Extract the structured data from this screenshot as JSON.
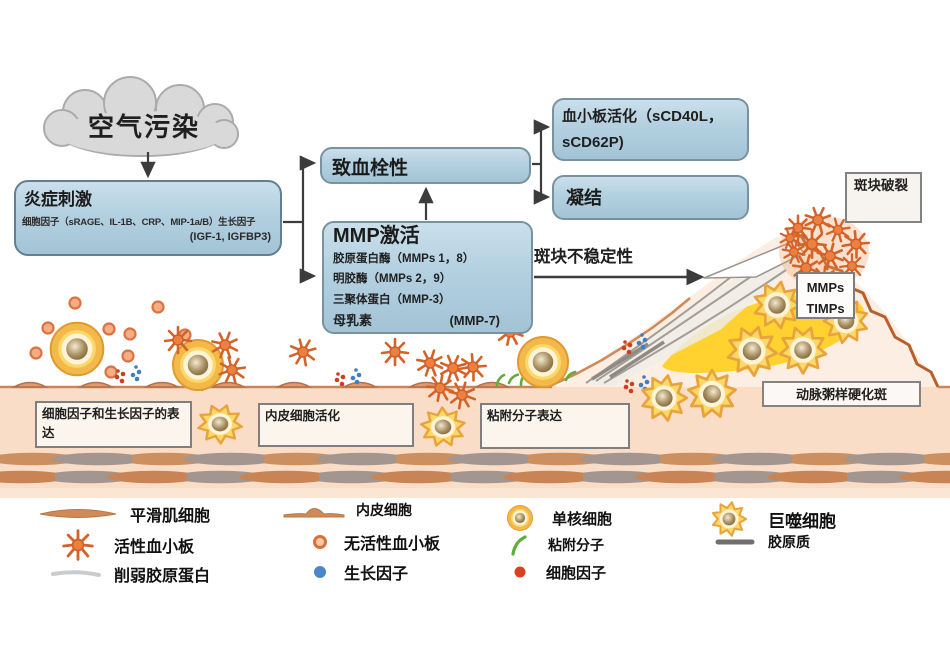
{
  "flowchart": {
    "cloud_label": "空气污染",
    "inflammation_box": {
      "title": "炎症刺激",
      "line1": "细胞因子（sRAGE、IL-1B、CRP、MIP-1a/B）生长因子",
      "line2": "(IGF-1, IGFBP3)"
    },
    "thrombogenicity_box": {
      "title": "致血栓性"
    },
    "mmp_box": {
      "title": "MMP激活",
      "lines": [
        "胶原蛋白酶（MMPs 1，8）",
        "明胶酶（MMPs 2，9）",
        "三聚体蛋白（MMP-3）"
      ],
      "last_line_left": "母乳素",
      "last_line_right": "(MMP-7)"
    },
    "platelet_box": {
      "title": "血小板活化（sCD40L，sCD62P)"
    },
    "coagulation_box": {
      "title": "凝结"
    },
    "plaque_instability_label": "斑块不稳定性",
    "plaque_rupture_box": "斑块破裂",
    "mmps_timps_box": {
      "line1": "MMPs",
      "line2": "TIMPs"
    },
    "plaque_name_box": "动脉粥样硬化斑"
  },
  "tissue_labels": {
    "box1": "细胞因子和生长因子的表达",
    "box2": "内皮细胞活化",
    "box3": "粘附分子表达"
  },
  "legend": {
    "col1": [
      {
        "icon": "smooth-muscle-cell-icon",
        "label": "平滑肌细胞"
      },
      {
        "icon": "activated-platelet-icon",
        "label": "活性血小板"
      },
      {
        "icon": "weakened-collagen-icon",
        "label": "削弱胶原蛋白"
      }
    ],
    "col2": [
      {
        "icon": "endothelial-cell-icon",
        "label": "内皮细胞"
      },
      {
        "icon": "inactive-platelet-icon",
        "label": "无活性血小板"
      },
      {
        "icon": "growth-factor-icon",
        "label": "生长因子"
      }
    ],
    "col3": [
      {
        "icon": "monocyte-icon",
        "label": "单核细胞"
      },
      {
        "icon": "adhesion-molecule-icon",
        "label": "粘附分子"
      },
      {
        "icon": "cytokine-icon",
        "label": "细胞因子"
      }
    ],
    "col4": [
      {
        "icon": "macrophage-icon",
        "label": "巨噬细胞"
      },
      {
        "icon": "collagen-icon",
        "label": "胶原质"
      }
    ]
  },
  "colors": {
    "flow_box_fill": "#b3d0e0",
    "flow_box_border": "#78929f",
    "tissue_pink": "#f9ddc7",
    "lipid_core_yellow": "#ffd230",
    "macrophage_yellow": "#fbd868",
    "platelet_orange": "#ed8040",
    "growth_factor_blue": "#3f7fbf",
    "cytokine_red": "#cf3d1f",
    "adhesion_green": "#5fae3a",
    "arrow_dark": "#3c3c3c"
  }
}
